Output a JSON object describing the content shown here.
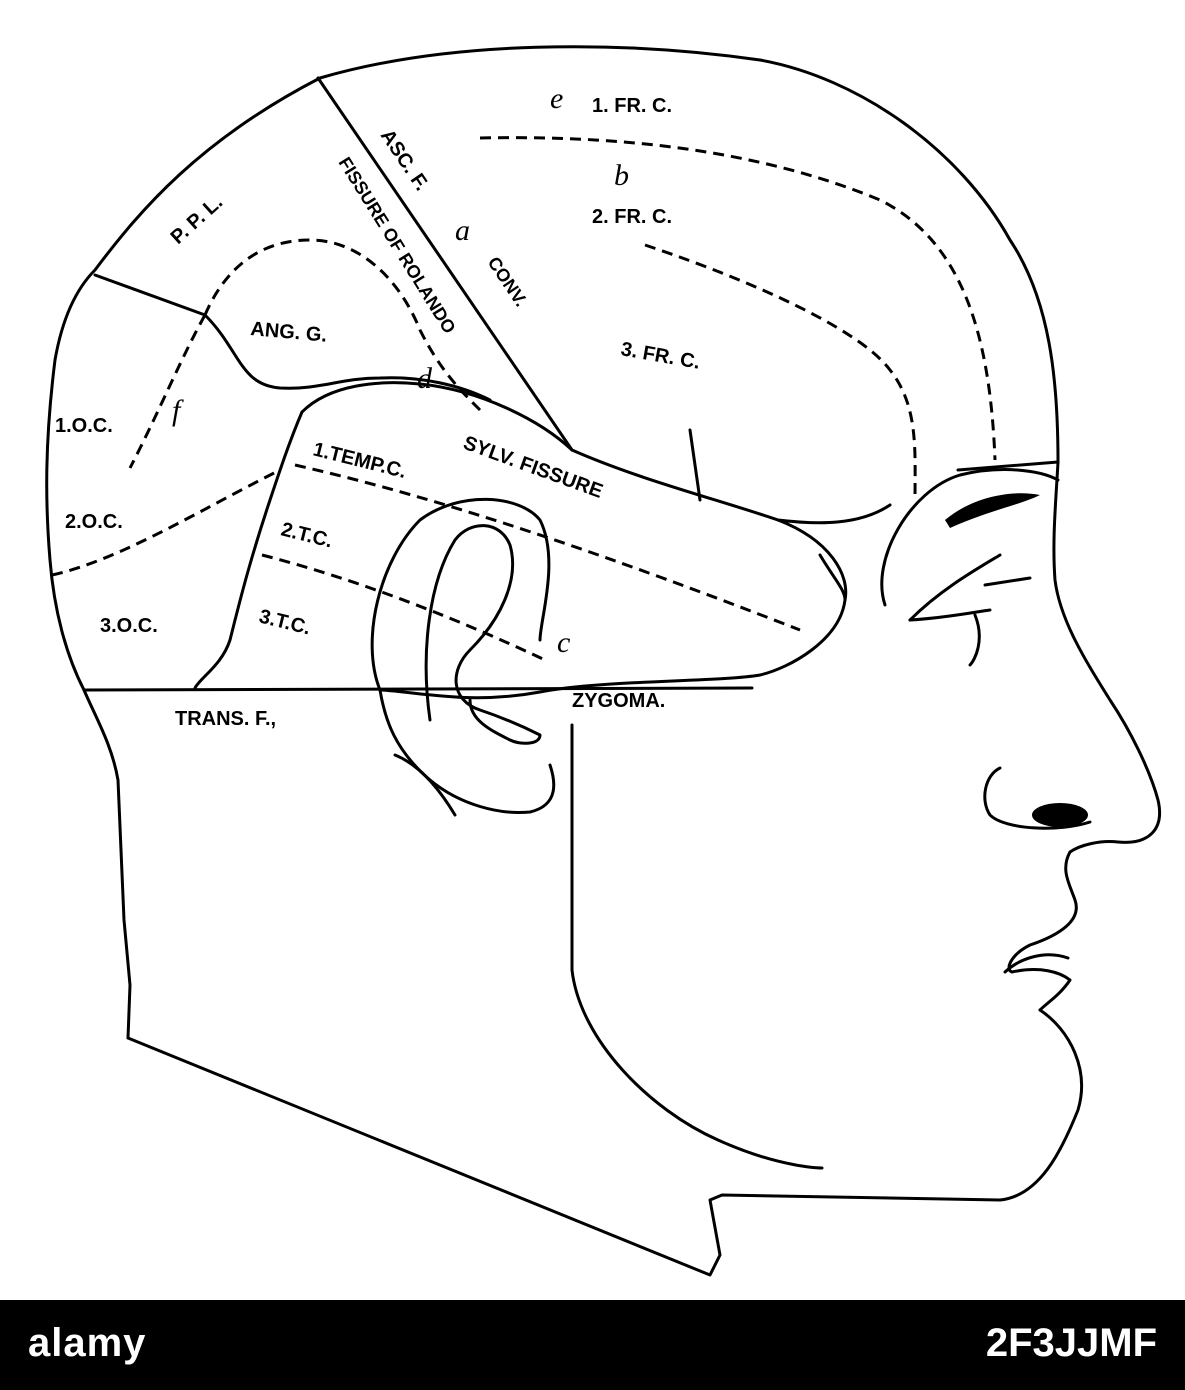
{
  "labels": {
    "fr1": "1. FR. C.",
    "fr2": "2. FR. C.",
    "fr3": "3. FR. C.",
    "ppl": "P. P. L.",
    "ascf": "ASC. F.",
    "conv": "CONV.",
    "rolando": "FISSURE OF ROLANDO",
    "ang": "ANG. G.",
    "oc1": "1.O.C.",
    "oc2": "2.O.C.",
    "oc3": "3.O.C.",
    "temp1": "1.TEMP.C.",
    "tc2": "2.T.C.",
    "tc3": "3.T.C.",
    "sylv": "SYLV. FISSURE",
    "trans": "TRANS. F.,",
    "zygoma": "ZYGOMA."
  },
  "letters": {
    "a": "a",
    "b": "b",
    "c": "c",
    "d": "d",
    "e": "e",
    "f": "f"
  },
  "watermark": {
    "brand": "alamy",
    "image_id": "2F3JJMF"
  }
}
